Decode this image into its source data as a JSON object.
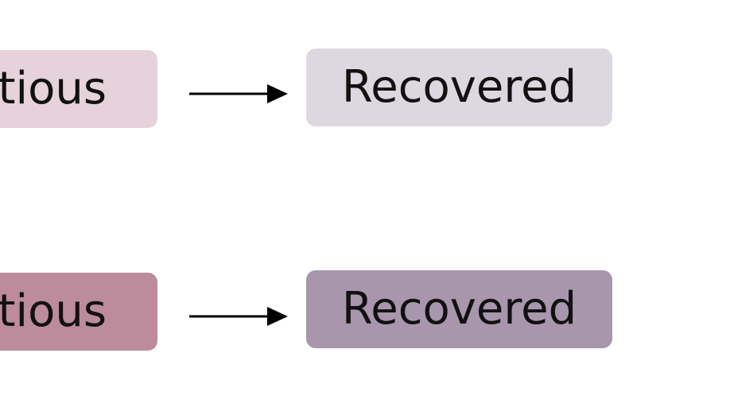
{
  "diagram": {
    "rows": [
      {
        "source_label": "ctious",
        "target_label": "Recovered",
        "source_color": "#e6d2da",
        "target_color": "#ddd8e0"
      },
      {
        "source_label": "ctious",
        "target_label": "Recovered",
        "source_color": "#bc8b9c",
        "target_color": "#a896ad"
      }
    ],
    "arrow_color": "#000000",
    "text_color": "#111111"
  }
}
